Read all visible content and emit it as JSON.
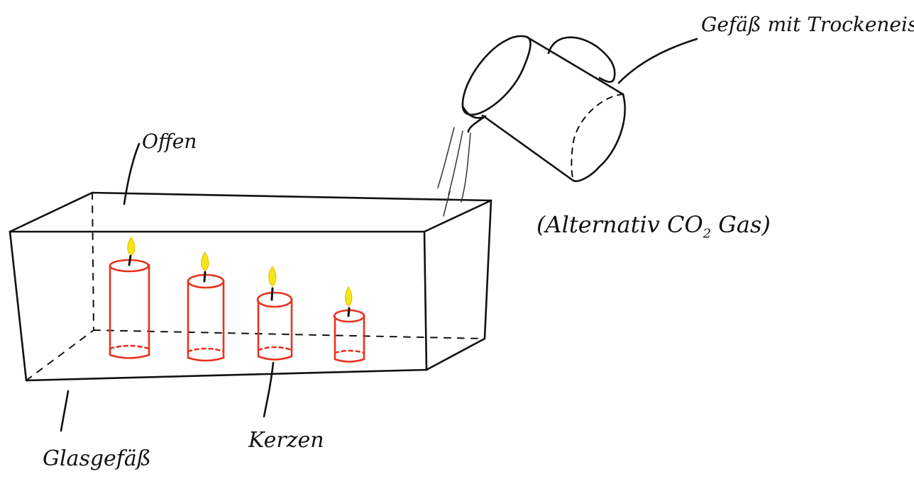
{
  "labels": {
    "opening": "Offen",
    "vessel_dry_ice": "Gefäß mit Trockeneis",
    "alternative_prefix": "(Alternativ CO",
    "alternative_sub": "2",
    "alternative_suffix": " Gas)",
    "glass_vessel": "Glasgefäß",
    "candles": "Kerzen"
  },
  "colors": {
    "ink": "#111111",
    "candle": "#e8321e",
    "flame": "#f6e51b",
    "wick": "#111111"
  },
  "candles": [
    {
      "name": "candle-1"
    },
    {
      "name": "candle-2"
    },
    {
      "name": "candle-3"
    },
    {
      "name": "candle-4"
    }
  ]
}
